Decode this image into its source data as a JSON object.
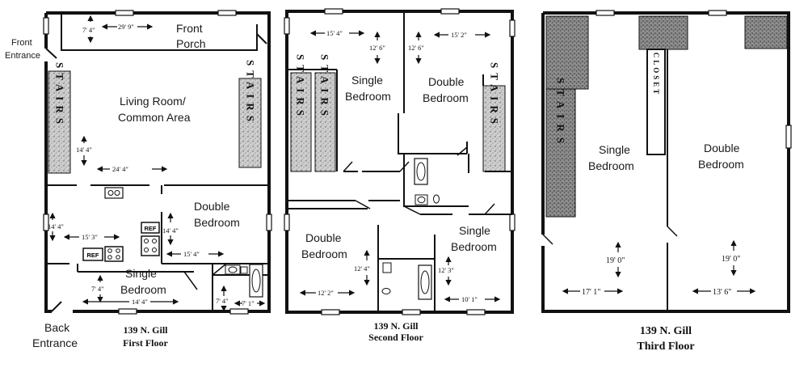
{
  "floors": [
    {
      "caption_address": "139 N. Gill",
      "caption_floor": "First Floor",
      "rooms": {
        "front_porch_1": "Front",
        "front_porch_2": "Porch",
        "living_1": "Living Room/",
        "living_2": "Common Area",
        "double_1": "Double",
        "double_2": "Bedroom",
        "single_1": "Single",
        "single_2": "Bedroom"
      },
      "outside_labels": {
        "front_entrance_1": "Front",
        "front_entrance_2": "Entrance",
        "back_entrance_1": "Back",
        "back_entrance_2": "Entrance"
      },
      "stairs_label": "STAIRS",
      "appliance_ref": "REF",
      "dims": {
        "porch_depth": "7' 4\"",
        "porch_width": "29' 9\"",
        "living_depth": "14' 4\"",
        "living_width": "24' 4\"",
        "kitchen_depth": "14' 4\"",
        "kitchen_width": "15' 3\"",
        "double_depth": "14' 4\"",
        "double_width": "15' 4\"",
        "single_depth": "7' 4\"",
        "single_width": "14' 4\"",
        "bath_depth": "7' 4\"",
        "bath_width": "7' 1\""
      }
    },
    {
      "caption_address": "139 N. Gill",
      "caption_floor": "Second Floor",
      "rooms": {
        "single_a_1": "Single",
        "single_a_2": "Bedroom",
        "double_a_1": "Double",
        "double_a_2": "Bedroom",
        "double_b_1": "Double",
        "double_b_2": "Bedroom",
        "single_b_1": "Single",
        "single_b_2": "Bedroom"
      },
      "stairs_label": "STAIRS",
      "dims": {
        "tl_width": "15' 4\"",
        "tl_depth": "12' 6\"",
        "tr_depth": "12' 6\"",
        "tr_width": "15' 2\"",
        "bl_depth": "12' 4\"",
        "bl_width": "12' 2\"",
        "br_depth": "12' 3\"",
        "br_width": "10' 1\""
      }
    },
    {
      "caption_address": "139 N. Gill",
      "caption_floor": "Third Floor",
      "rooms": {
        "single_1": "Single",
        "single_2": "Bedroom",
        "double_1": "Double",
        "double_2": "Bedroom"
      },
      "stairs_label": "STAIRS",
      "closet_label": "CLOSET",
      "dims": {
        "single_depth": "19' 0\"",
        "single_width": "17' 1\"",
        "double_depth": "19' 0\"",
        "double_width": "13' 6\""
      }
    }
  ]
}
